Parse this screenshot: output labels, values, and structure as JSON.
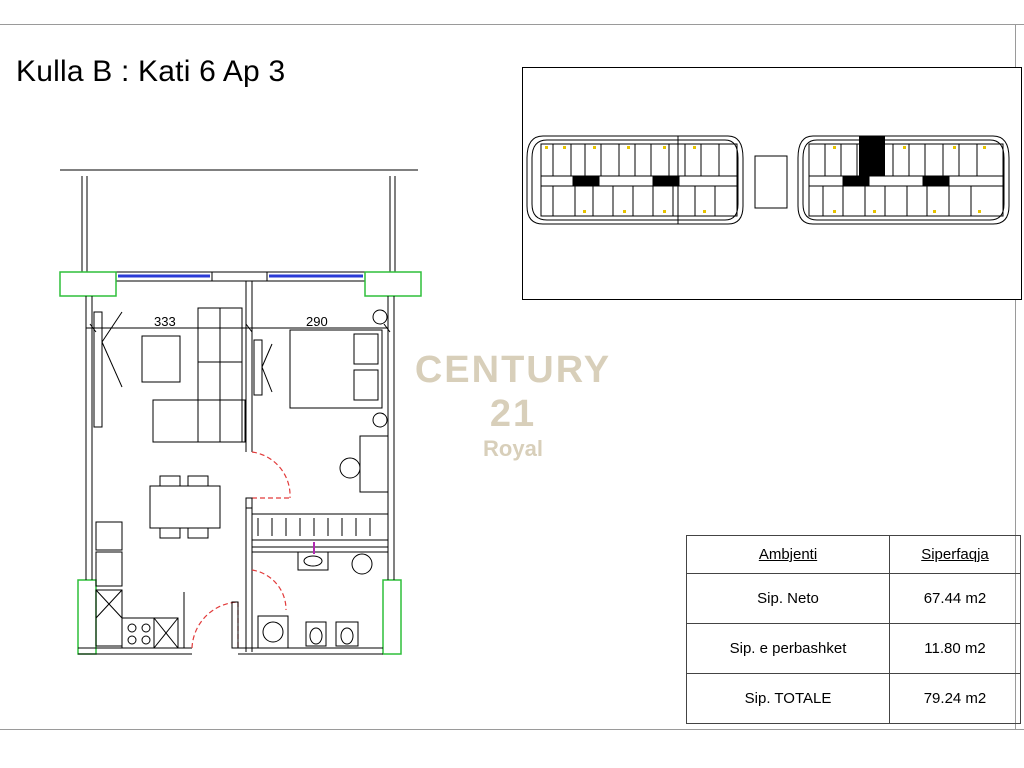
{
  "title": "Kulla B : Kati 6 Ap 3",
  "dimensions": {
    "living": "333",
    "bedroom": "290"
  },
  "watermark": {
    "brand": "CENTURY 21",
    "sub": "Royal"
  },
  "table": {
    "headers": [
      "Ambjenti",
      "Siperfaqja"
    ],
    "rows": [
      {
        "label": "Sip. Neto",
        "value": "67.44 m2"
      },
      {
        "label": "Sip. e perbashket",
        "value": "11.80 m2"
      },
      {
        "label": "Sip. TOTALE",
        "value": "79.24 m2"
      }
    ]
  },
  "colors": {
    "window": "#2b3bd6",
    "column": "#2fbf3a",
    "door": "#e23a3a",
    "highlight": "#000000"
  }
}
